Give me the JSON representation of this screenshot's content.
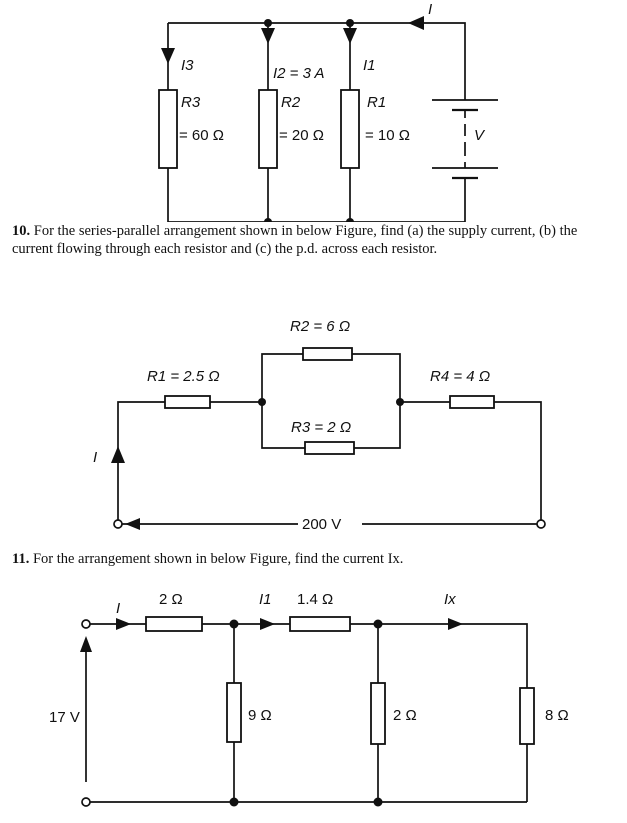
{
  "figure1": {
    "i_label": "I",
    "i3_label": "I3",
    "i2_label": "I2 = 3 A",
    "i1_label": "I1",
    "r3_name": "R3",
    "r3_value": "= 60 Ω",
    "r2_name": "R2",
    "r2_value": "= 20 Ω",
    "r1_name": "R1",
    "r1_value": "= 10 Ω",
    "v_label": "V"
  },
  "question10": {
    "number": "10.",
    "text": "For the series-parallel arrangement shown in below Figure, find (a) the supply current, (b) the current flowing through each resistor and (c) the p.d. across each resistor."
  },
  "figure2": {
    "r1": "R1 = 2.5 Ω",
    "r2": "R2 = 6 Ω",
    "r3": "R3 = 2 Ω",
    "r4": "R4 = 4 Ω",
    "i_label": "I",
    "v_label": "200 V"
  },
  "question11": {
    "number": "11.",
    "text": "For the arrangement shown in below Figure, find the current Ix."
  },
  "figure3": {
    "i_label": "I",
    "r_series1": "2 Ω",
    "i1_label": "I1",
    "r_series2": "1.4 Ω",
    "ix_label": "Ix",
    "v_label": "17 V",
    "r_shunt1": "9 Ω",
    "r_shunt2": "2 Ω",
    "r_load": "8 Ω"
  }
}
